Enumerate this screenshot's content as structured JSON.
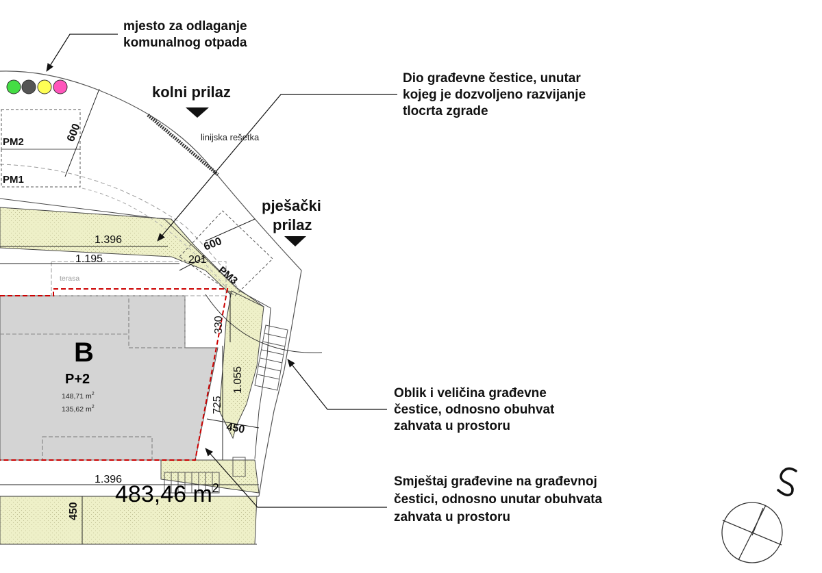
{
  "annotations": {
    "waste": [
      "mjesto za odlaganje",
      "komunalnog otpada"
    ],
    "car_access": "kolni prilaz",
    "grate": "linijska rešetka",
    "buildable_area": [
      "Dio građevne čestice, unutar",
      "kojeg je dozvoljeno razvijanje",
      "tlocrta zgrade"
    ],
    "pedestrian_access": [
      "pješački",
      "prilaz"
    ],
    "plot_shape": [
      "Oblik i veličina  građevne",
      "čestice, odnosno obuhvat",
      "zahvata u prostoru"
    ],
    "placement": [
      "Smještaj građevine na građevnoj",
      "čestici, odnosno unutar obuhvata",
      "zahvata u prostoru"
    ]
  },
  "parking": {
    "pm1": "PM1",
    "pm2": "PM2",
    "pm3": "PM3"
  },
  "building": {
    "letter": "B",
    "floors": "P+2",
    "area_1": "148,71 m",
    "area_2": "135,62 m",
    "area_sup": "2",
    "terrace": "terasa"
  },
  "plot_area": {
    "value": "483,46 m",
    "sup": "2"
  },
  "dimensions": {
    "d600_top": "600",
    "d600_mid": "600",
    "d1396_top": "1.396",
    "d1195": "1.195",
    "d201": "201",
    "d330": "330",
    "d1055": "1.055",
    "d725": "725",
    "d450_right": "450",
    "d1396_bottom": "1.396",
    "d450_bottom": "450"
  },
  "waste_bin_colors": [
    "#44dd44",
    "#555555",
    "#ffff55",
    "#ff55bb"
  ],
  "colors": {
    "green_area": "#eef0c8",
    "building": "#d4d4d4",
    "buildable_outline": "#cc0000"
  },
  "icons": {
    "north": "north-arrow-icon",
    "compass": "compass-rose-icon"
  }
}
